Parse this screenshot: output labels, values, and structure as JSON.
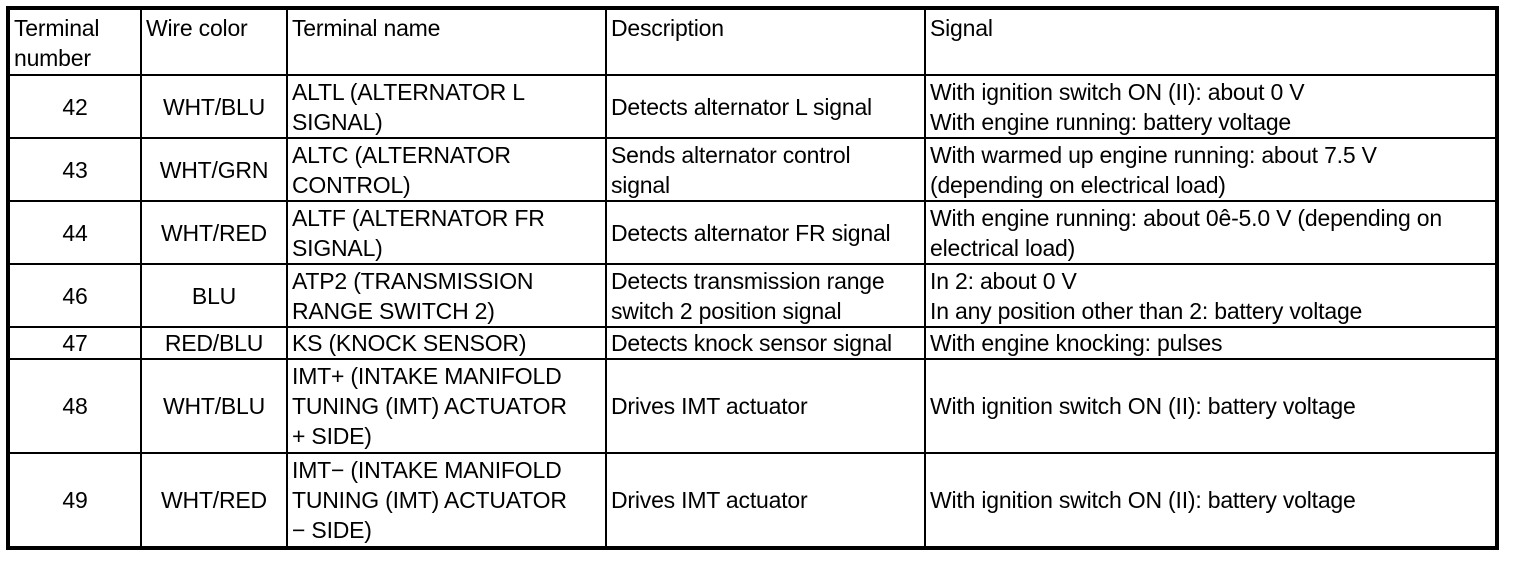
{
  "document": {
    "type": "ecm-pcm-terminal-table"
  },
  "table": {
    "columns": [
      {
        "key": "terminal_number",
        "header": "Terminal\nnumber"
      },
      {
        "key": "wire_color",
        "header": "Wire color"
      },
      {
        "key": "terminal_name",
        "header": "Terminal name"
      },
      {
        "key": "description",
        "header": "Description"
      },
      {
        "key": "signal",
        "header": "Signal"
      }
    ],
    "rows": [
      {
        "terminal_number": "42",
        "wire_color": "WHT/BLU",
        "terminal_name": "ALTL (ALTERNATOR L\nSIGNAL)",
        "description": "Detects alternator L signal",
        "signal": "With ignition switch ON (II): about 0 V\nWith engine running: battery voltage",
        "size": "tall"
      },
      {
        "terminal_number": "43",
        "wire_color": "WHT/GRN",
        "terminal_name": "ALTC (ALTERNATOR\nCONTROL)",
        "description": "Sends alternator control\nsignal",
        "signal": "With warmed up engine running: about 7.5 V\n(depending on electrical load)",
        "size": "tall"
      },
      {
        "terminal_number": "44",
        "wire_color": "WHT/RED",
        "terminal_name": "ALTF (ALTERNATOR FR\nSIGNAL)",
        "description": "Detects alternator FR signal",
        "signal": "With engine running: about 0ê-5.0 V (depending on\nelectrical load)",
        "size": "tall"
      },
      {
        "terminal_number": "46",
        "wire_color": "BLU",
        "terminal_name": "ATP2 (TRANSMISSION\nRANGE SWITCH 2)",
        "description": "Detects transmission range\nswitch 2 position signal",
        "signal": "In 2: about 0 V\nIn any position other than 2: battery voltage",
        "size": "tall"
      },
      {
        "terminal_number": "47",
        "wire_color": "RED/BLU",
        "terminal_name": "KS (KNOCK SENSOR)",
        "description": "Detects knock sensor signal",
        "signal": "With engine knocking: pulses",
        "size": "short"
      },
      {
        "terminal_number": "48",
        "wire_color": "WHT/BLU",
        "terminal_name": "IMT+ (INTAKE MANIFOLD\nTUNING (IMT) ACTUATOR\n+ SIDE)",
        "description": "Drives IMT actuator",
        "signal": "With ignition switch ON (II): battery voltage",
        "size": "xtall"
      },
      {
        "terminal_number": "49",
        "wire_color": "WHT/RED",
        "terminal_name": "IMT− (INTAKE MANIFOLD\nTUNING (IMT) ACTUATOR\n− SIDE)",
        "description": "Drives IMT actuator",
        "signal": "With ignition switch ON (II): battery voltage",
        "size": "xtall"
      }
    ]
  },
  "style": {
    "background": "#ffffff",
    "text_color": "#000000",
    "border_color": "#000000"
  }
}
